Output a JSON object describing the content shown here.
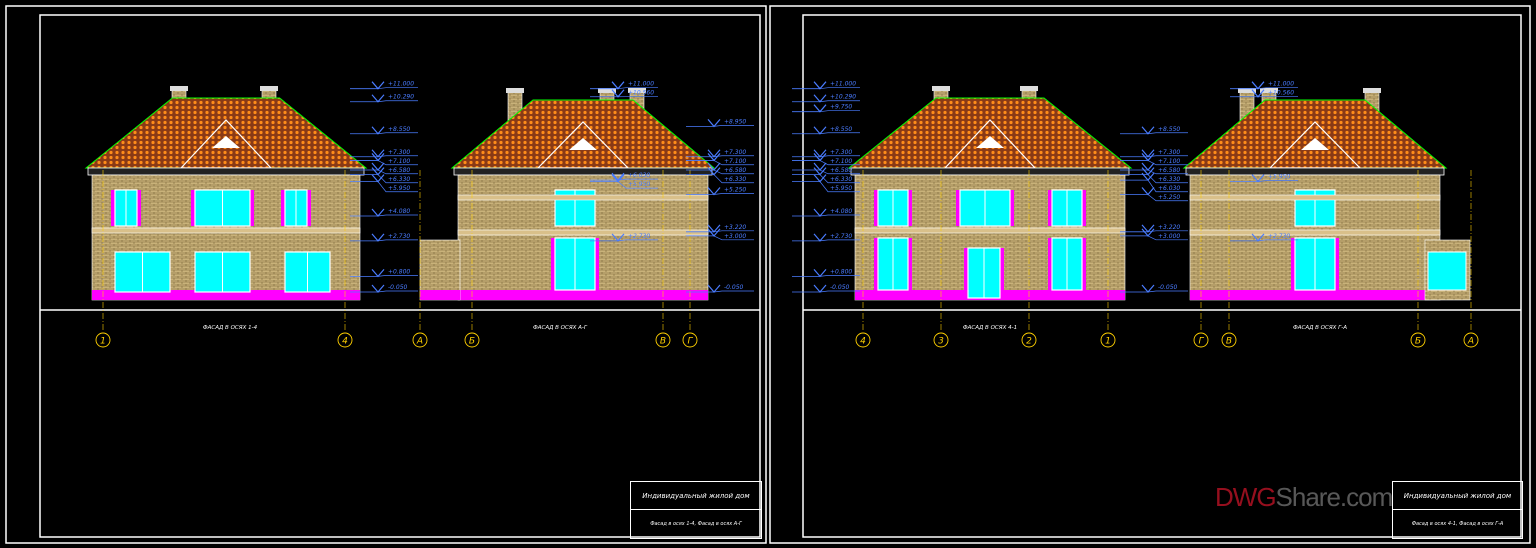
{
  "sheets": [
    {
      "facades": [
        {
          "title": "ФАСАД В ОСЯХ 1-4",
          "axes": [
            "1",
            "4"
          ],
          "levels": [
            "+11.000",
            "+10.290",
            "+8.550",
            "+7.300",
            "+7.100",
            "+6.580",
            "+6.330",
            "+5.950",
            "+4.080",
            "+2.730",
            "+0.800",
            "-0.050"
          ]
        },
        {
          "title": "ФАСАД В ОСЯХ А-Г",
          "axes": [
            "А",
            "Б",
            "В",
            "Г"
          ],
          "levels_top": [
            "+10.560",
            "+11.000",
            "+6.030",
            "+5.950",
            "+2.730"
          ],
          "levels": [
            "+8.950",
            "+7.300",
            "+7.100",
            "+6.580",
            "+6.330",
            "+5.250",
            "+3.220",
            "+3.000",
            "-0.050"
          ]
        }
      ],
      "title_block": {
        "project": "Индивидуальный жилой дом",
        "sheet": "Фасад в осях 1-4, Фасад в осях А-Г"
      }
    },
    {
      "facades": [
        {
          "title": "ФАСАД В ОСЯХ 4-1",
          "axes": [
            "4",
            "3",
            "2",
            "1"
          ],
          "levels": [
            "+11.000",
            "+10.290",
            "+9.750",
            "+8.550",
            "+7.300",
            "+7.100",
            "+6.580",
            "+6.330",
            "+5.950",
            "+4.080",
            "+2.730",
            "+0.800",
            "-0.050"
          ]
        },
        {
          "title": "ФАСАД В ОСЯХ Г-А",
          "axes": [
            "Г",
            "В",
            "Б",
            "А"
          ],
          "levels_top": [
            "+11.000",
            "+10.560",
            "+5.950",
            "+2.730"
          ],
          "levels": [
            "+8.550",
            "+7.300",
            "+7.100",
            "+6.580",
            "+6.330",
            "+6.030",
            "+5.250",
            "+3.220",
            "+3.000",
            "-0.050"
          ]
        }
      ],
      "title_block": {
        "project": "Индивидуальный жилой дом",
        "sheet": "Фасад в осях 4-1, Фасад в осях Г-А"
      }
    }
  ],
  "watermark": {
    "part1": "DWG",
    "part2": "Share.com"
  },
  "colors": {
    "roof": "#8a3a16",
    "roof_dots": "#ff8c1a",
    "brick": "#c9b27a",
    "base": "#ff00ff",
    "glass": "#00ffff",
    "trim": "#00ff00",
    "dim": "#4a7cff",
    "axis": "#ffd000"
  }
}
